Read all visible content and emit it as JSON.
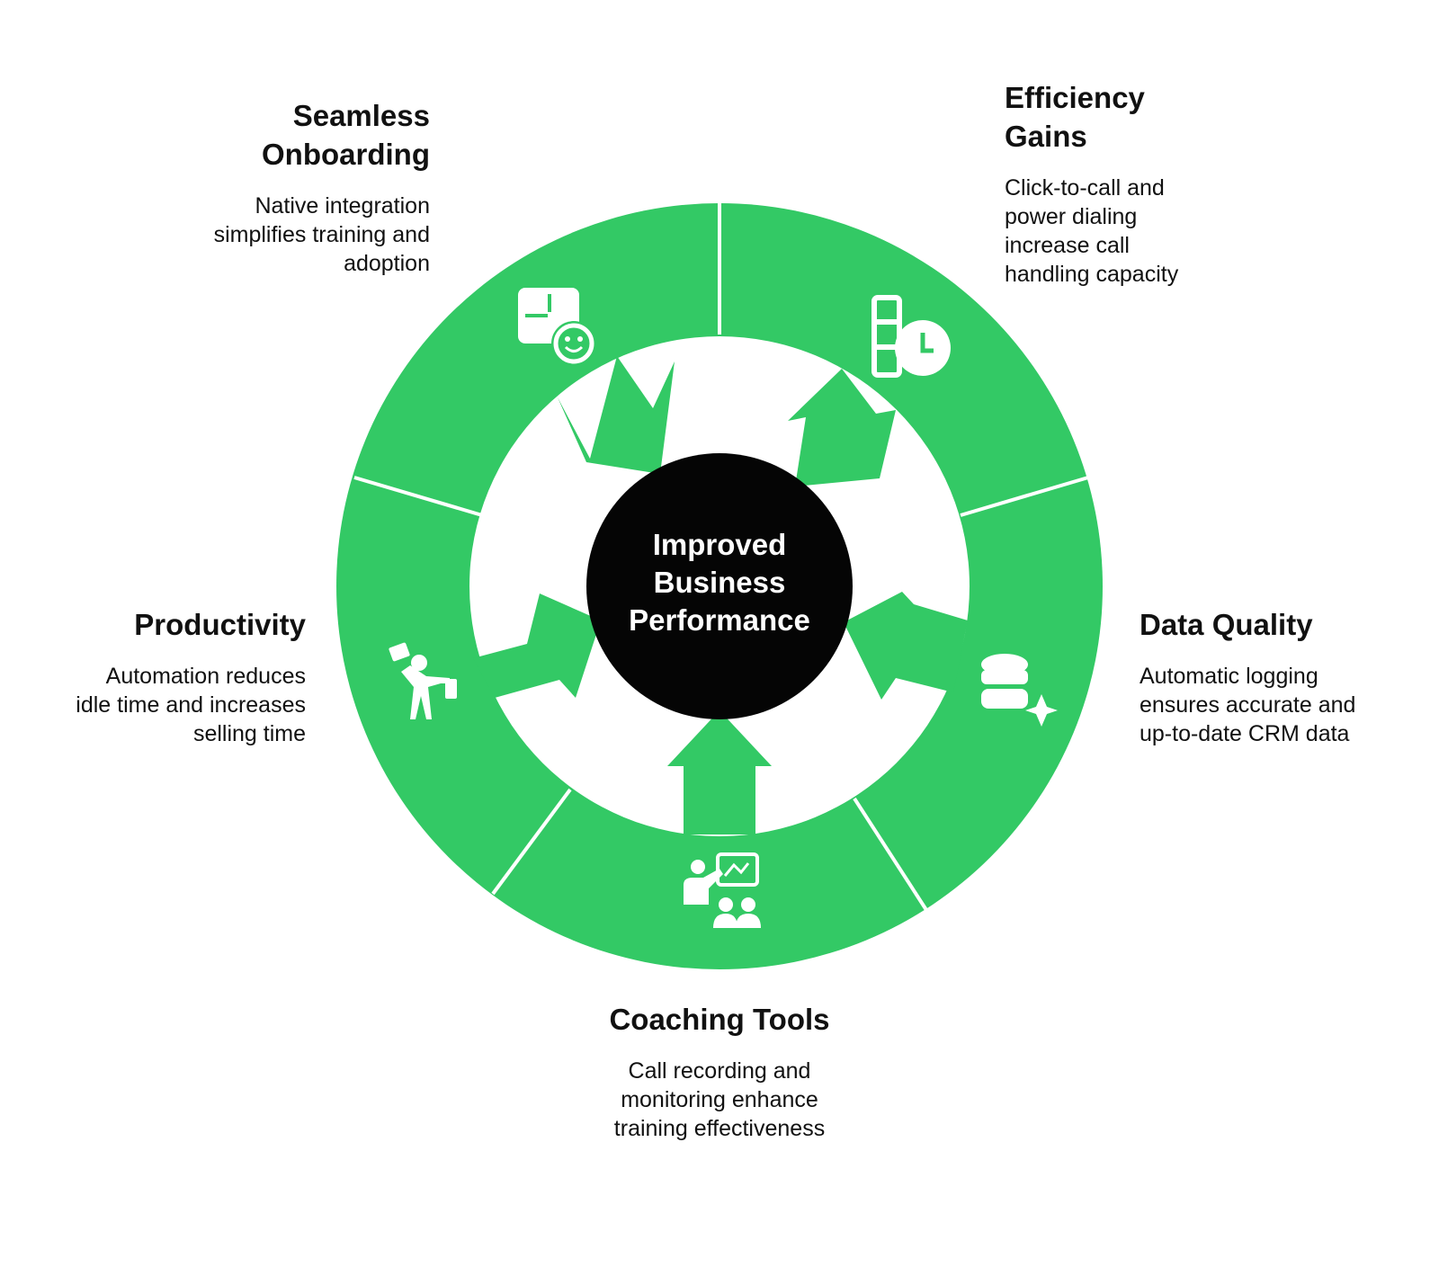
{
  "colors": {
    "ring": "#33c965",
    "center": "#050505",
    "icon": "#ffffff",
    "text": "#111111"
  },
  "center": {
    "title": "Improved Business Performance"
  },
  "segments": [
    {
      "key": "onboarding",
      "title": "Seamless Onboarding",
      "description": "Native integration simplifies training and adoption",
      "icon": "puzzle-face-icon"
    },
    {
      "key": "efficiency",
      "title": "Efficiency Gains",
      "description": "Click-to-call and power dialing increase call handling capacity",
      "icon": "ladder-clock-icon"
    },
    {
      "key": "data",
      "title": "Data Quality",
      "description": "Automatic logging ensures accurate and up-to-date CRM data",
      "icon": "database-sparkle-icon"
    },
    {
      "key": "coaching",
      "title": "Coaching Tools",
      "description": "Call recording and monitoring enhance training effectiveness",
      "icon": "teacher-board-icon"
    },
    {
      "key": "productivity",
      "title": "Productivity",
      "description": "Automation reduces idle time and increases selling time",
      "icon": "juggling-person-icon"
    }
  ]
}
